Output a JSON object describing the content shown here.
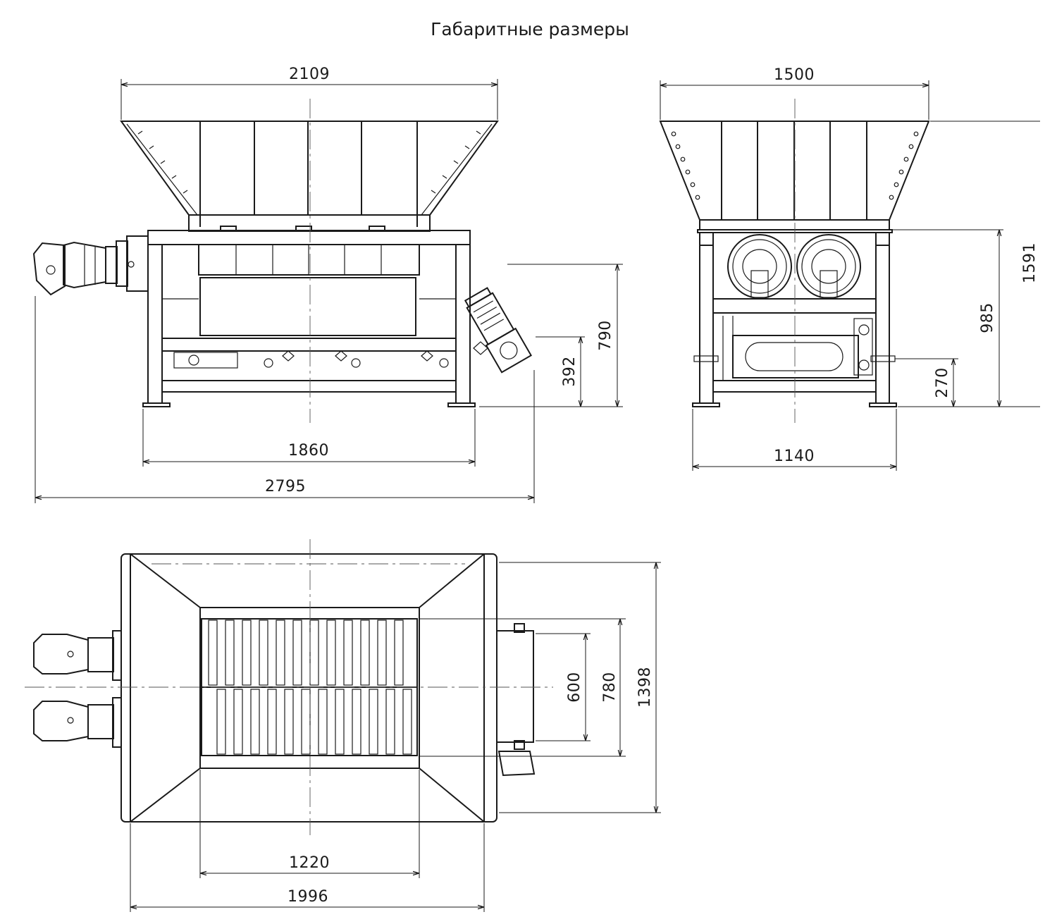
{
  "title": "Габаритные размеры",
  "front_view": {
    "dims": {
      "hopper_width": "2109",
      "height_790": "790",
      "height_392": "392",
      "legs_1860": "1860",
      "overall_2795": "2795"
    }
  },
  "side_view": {
    "dims": {
      "hopper_width": "1500",
      "total_height": "1591",
      "height_985": "985",
      "height_270": "270",
      "legs_1140": "1140"
    }
  },
  "top_view": {
    "dims": {
      "inner_1220": "1220",
      "overall_1996": "1996",
      "rotor_600": "600",
      "cutter_780": "780",
      "overall_1398": "1398"
    }
  }
}
